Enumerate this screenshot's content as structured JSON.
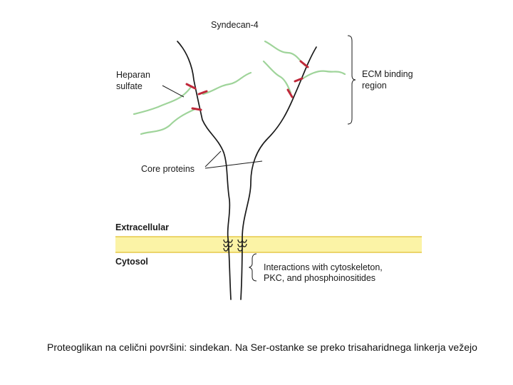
{
  "labels": {
    "title": "Syndecan-4",
    "heparan": "Heparan",
    "sulfate": "sulfate",
    "ecm_line1": "ECM binding",
    "ecm_line2": "region",
    "core_proteins": "Core proteins",
    "extracellular": "Extracellular",
    "cytosol": "Cytosol",
    "interactions_line1": "Interactions with cytoskeleton,",
    "interactions_line2": "PKC, and phosphoinositides"
  },
  "caption": "Proteoglikan na celični površini: sindekan. Na Ser-ostanke se preko trisaharidnega linkerja vežejo",
  "colors": {
    "membrane": "#fbf3a6",
    "membrane_edge": "#e6c94a",
    "chain": "#9fd49a",
    "link": "#c0283a",
    "protein": "#1a1a1a"
  }
}
